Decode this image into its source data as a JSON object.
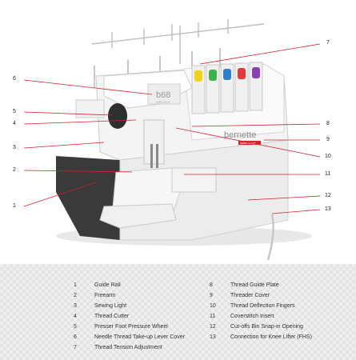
{
  "machine": {
    "model_label": "b68",
    "model_sub": "AIRLOCK",
    "brand": "bernette",
    "brand_tag": "swiss design"
  },
  "callouts": [
    "7",
    "6",
    "5",
    "4",
    "3",
    "2",
    "1",
    "8",
    "9",
    "10",
    "11",
    "12",
    "13"
  ],
  "legend": {
    "left": [
      {
        "num": "1",
        "text": "Guide Rail"
      },
      {
        "num": "2",
        "text": "Freearm"
      },
      {
        "num": "3",
        "text": "Sewing Light"
      },
      {
        "num": "4",
        "text": "Thread Cutter"
      },
      {
        "num": "5",
        "text": "Presser Foot Pressure Wheel"
      },
      {
        "num": "6",
        "text": "Needle Thread Take-up Lever Cover"
      },
      {
        "num": "7",
        "text": "Thread Tension Adjustment"
      }
    ],
    "right": [
      {
        "num": "8",
        "text": "Thread Guide Plate"
      },
      {
        "num": "9",
        "text": "Threader Cover"
      },
      {
        "num": "10",
        "text": "Thread Deflection Fingers"
      },
      {
        "num": "11",
        "text": "Coverstitch Insert"
      },
      {
        "num": "12",
        "text": "Cut-offs Bin Snap-in Opening"
      },
      {
        "num": "13",
        "text": "Connection for Knee Lifter (FHS)"
      }
    ]
  },
  "colors": {
    "callout_line": "#d2232a",
    "tension_dials": [
      "#f2d31b",
      "#3bb34a",
      "#2e7fd0",
      "#e23a3a",
      "#8a3fb6"
    ]
  }
}
